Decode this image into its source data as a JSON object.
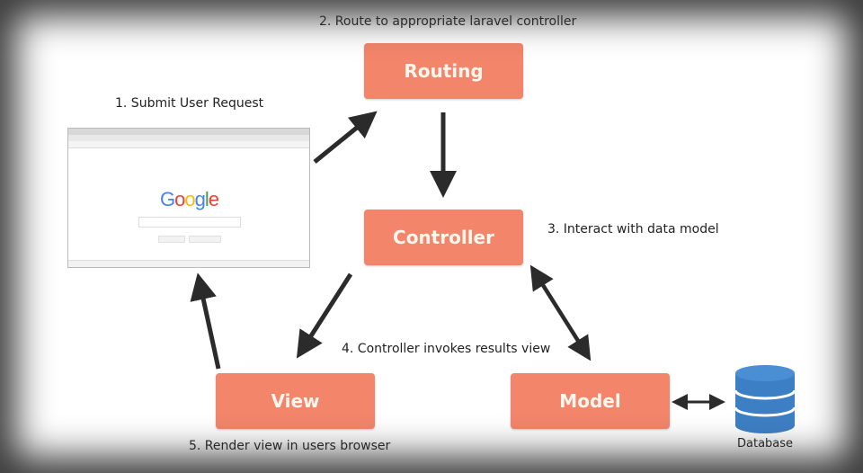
{
  "nodes": {
    "routing": "Routing",
    "controller": "Controller",
    "view": "View",
    "model": "Model",
    "database": "Database"
  },
  "steps": {
    "s1": "1. Submit User Request",
    "s2": "2. Route to appropriate laravel controller",
    "s3": "3. Interact with data model",
    "s4": "4. Controller invokes results view",
    "s5": "5. Render view in users browser"
  },
  "browser": {
    "logo": "Google"
  },
  "colors": {
    "box": "#f2856a",
    "arrow": "#2b2b2b",
    "database": "#3d7fc4"
  }
}
